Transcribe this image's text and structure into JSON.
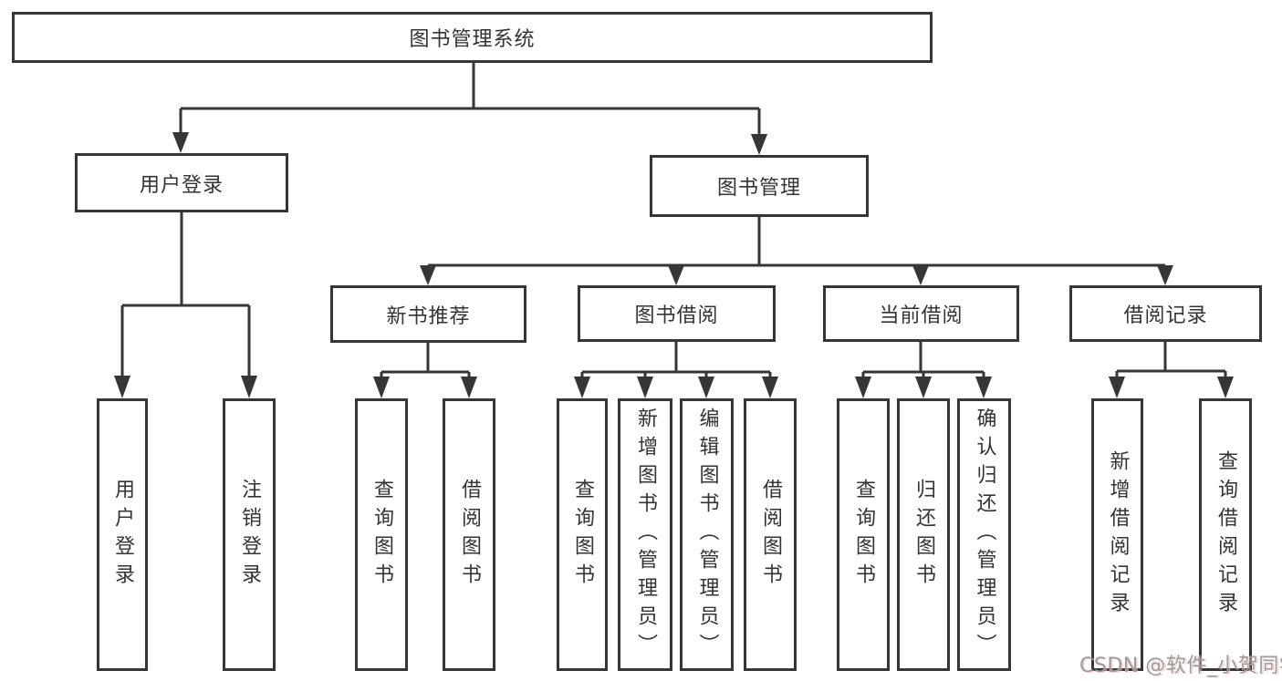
{
  "diagram": {
    "root": {
      "label": "图书管理系统"
    },
    "branches": {
      "userLogin": {
        "label": "用户登录",
        "children": [
          {
            "label": "用户登录"
          },
          {
            "label": "注销登录"
          }
        ]
      },
      "bookManagement": {
        "label": "图书管理",
        "sections": {
          "newBookRecommend": {
            "label": "新书推荐",
            "children": [
              {
                "label": "查询图书"
              },
              {
                "label": "借阅图书"
              }
            ]
          },
          "bookBorrow": {
            "label": "图书借阅",
            "children": [
              {
                "label": "查询图书"
              },
              {
                "label": "新增图书（管理员）"
              },
              {
                "label": "编辑图书（管理员）"
              },
              {
                "label": "借阅图书"
              }
            ]
          },
          "currentBorrow": {
            "label": "当前借阅",
            "children": [
              {
                "label": "查询图书"
              },
              {
                "label": "归还图书"
              },
              {
                "label": "确认归还（管理员）"
              }
            ]
          },
          "borrowRecords": {
            "label": "借阅记录",
            "children": [
              {
                "label": "新增借阅记录"
              },
              {
                "label": "查询借阅记录"
              }
            ]
          }
        }
      }
    }
  },
  "watermark": {
    "text": "CSDN @软件_小贺同学"
  },
  "colors": {
    "line": "#363636",
    "text": "#333333",
    "box_background": "#ffffff",
    "page_background": "#ffffff",
    "watermark": "#9b9b9b"
  }
}
